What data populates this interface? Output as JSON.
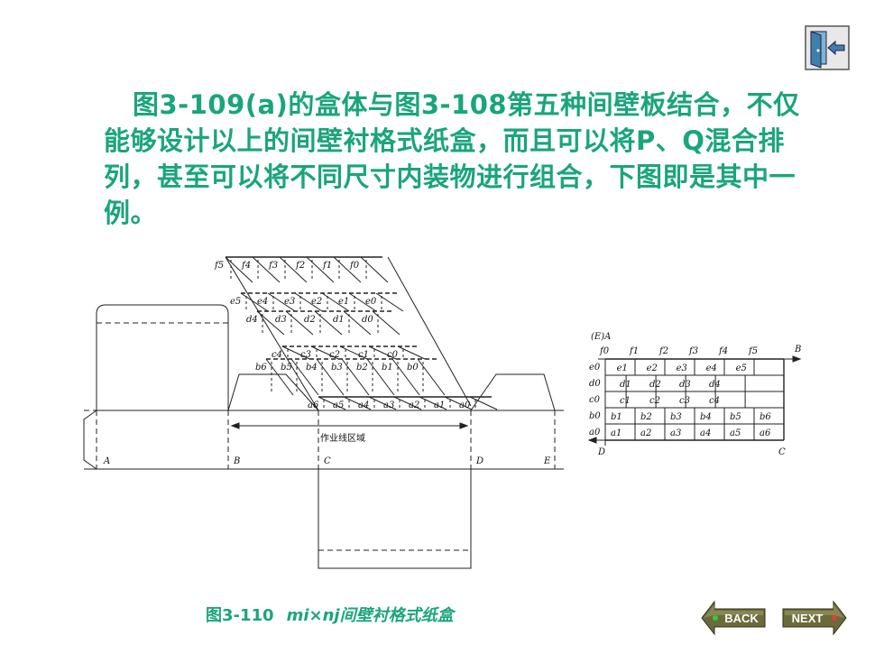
{
  "main": {
    "paragraph": "图3-109(a)的盒体与图3-108第五种间壁板结合，不仅能够设计以上的间壁衬格式纸盒，而且可以将P、Q混合排列，甚至可以将不同尺寸内装物进行组合，下图即是其中一例。"
  },
  "figure": {
    "left_points": [
      "A",
      "B",
      "C",
      "D",
      "E"
    ],
    "region_label": "作业线区域",
    "f_labels": [
      "f5",
      "f4",
      "f3",
      "f2",
      "f1",
      "f0"
    ],
    "e_labels": [
      "e5",
      "e4",
      "e3",
      "e2",
      "e1",
      "e0"
    ],
    "d_labels": [
      "d4",
      "d3",
      "d2",
      "d1",
      "d0"
    ],
    "c_labels": [
      "c4",
      "c3",
      "c2",
      "c1",
      "c0"
    ],
    "b_labels": [
      "b6",
      "b5",
      "b4",
      "b3",
      "b2",
      "b1",
      "b0"
    ],
    "a_labels": [
      "a6",
      "a5",
      "a4",
      "a3",
      "a2",
      "a1",
      "a0"
    ],
    "right": {
      "corner_label": "(E)A",
      "axis_B": "B",
      "axis_C": "C",
      "axis_D": "D",
      "top_labels": [
        "f0",
        "f1",
        "f2",
        "f3",
        "f4",
        "f5"
      ],
      "row_labels": [
        "e0",
        "d0",
        "c0",
        "b0",
        "a0"
      ],
      "e_row": [
        "e1",
        "e2",
        "e3",
        "e4",
        "e5"
      ],
      "d_row": [
        "d1",
        "d2",
        "d3",
        "d4"
      ],
      "c_row": [
        "c1",
        "c2",
        "c3",
        "c4"
      ],
      "b_row": [
        "b1",
        "b2",
        "b3",
        "b4",
        "b5",
        "b6"
      ],
      "a_row": [
        "a1",
        "a2",
        "a3",
        "a4",
        "a5",
        "a6"
      ]
    }
  },
  "caption": {
    "label": "图3-110",
    "formula": "mi×nj间壁衬格式纸盒"
  },
  "nav": {
    "back_label": "BACK",
    "next_label": "NEXT"
  },
  "colors": {
    "text_green": "#1aa57c",
    "nav_olive": "#6b6b3a"
  }
}
